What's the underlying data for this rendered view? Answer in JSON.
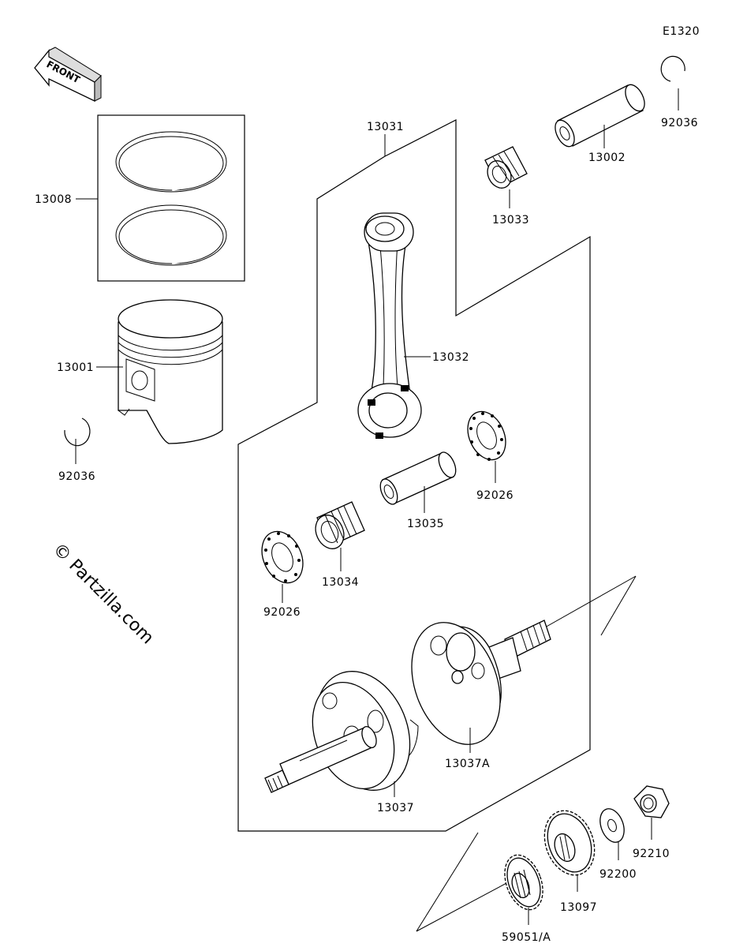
{
  "diagram": {
    "code": "E1320",
    "front_label": "FRONT",
    "watermark": "© Partzilla.com"
  },
  "parts": {
    "p13008": "13008",
    "p13001": "13001",
    "p92036_left": "92036",
    "p92036_right": "92036",
    "p13031": "13031",
    "p13033": "13033",
    "p13002": "13002",
    "p13032": "13032",
    "p92026_right": "92026",
    "p13035": "13035",
    "p13034": "13034",
    "p92026_left": "92026",
    "p13037A": "13037A",
    "p13037": "13037",
    "p92210": "92210",
    "p92200": "92200",
    "p13097": "13097",
    "p59051": "59051/A"
  }
}
